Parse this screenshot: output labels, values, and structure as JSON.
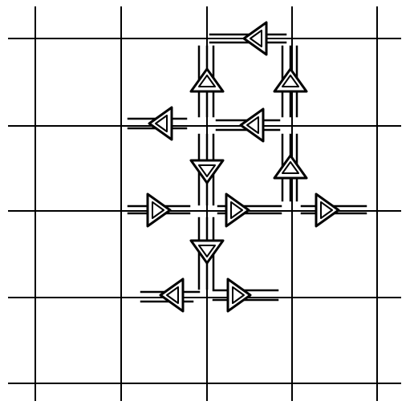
{
  "diagram": {
    "background": "#ffffff",
    "ink": "#000000",
    "grid": {
      "columns": 5,
      "rows": 5
    },
    "arrows": [
      {
        "id": "r1-left-top",
        "icon": "arrow-left-icon"
      },
      {
        "id": "r1-up-a",
        "icon": "arrow-up-icon"
      },
      {
        "id": "r1-up-b",
        "icon": "arrow-up-icon"
      },
      {
        "id": "r2-left-a",
        "icon": "arrow-left-icon"
      },
      {
        "id": "r2-left-b",
        "icon": "arrow-left-icon"
      },
      {
        "id": "r2-down",
        "icon": "arrow-down-icon"
      },
      {
        "id": "r2-up",
        "icon": "arrow-up-icon"
      },
      {
        "id": "r3-right-a",
        "icon": "arrow-right-icon"
      },
      {
        "id": "r3-right-b",
        "icon": "arrow-right-icon"
      },
      {
        "id": "r3-right-c",
        "icon": "arrow-right-icon"
      },
      {
        "id": "r3-down",
        "icon": "arrow-down-icon"
      },
      {
        "id": "r4-left",
        "icon": "arrow-left-icon"
      },
      {
        "id": "r4-right",
        "icon": "arrow-right-icon"
      }
    ]
  }
}
